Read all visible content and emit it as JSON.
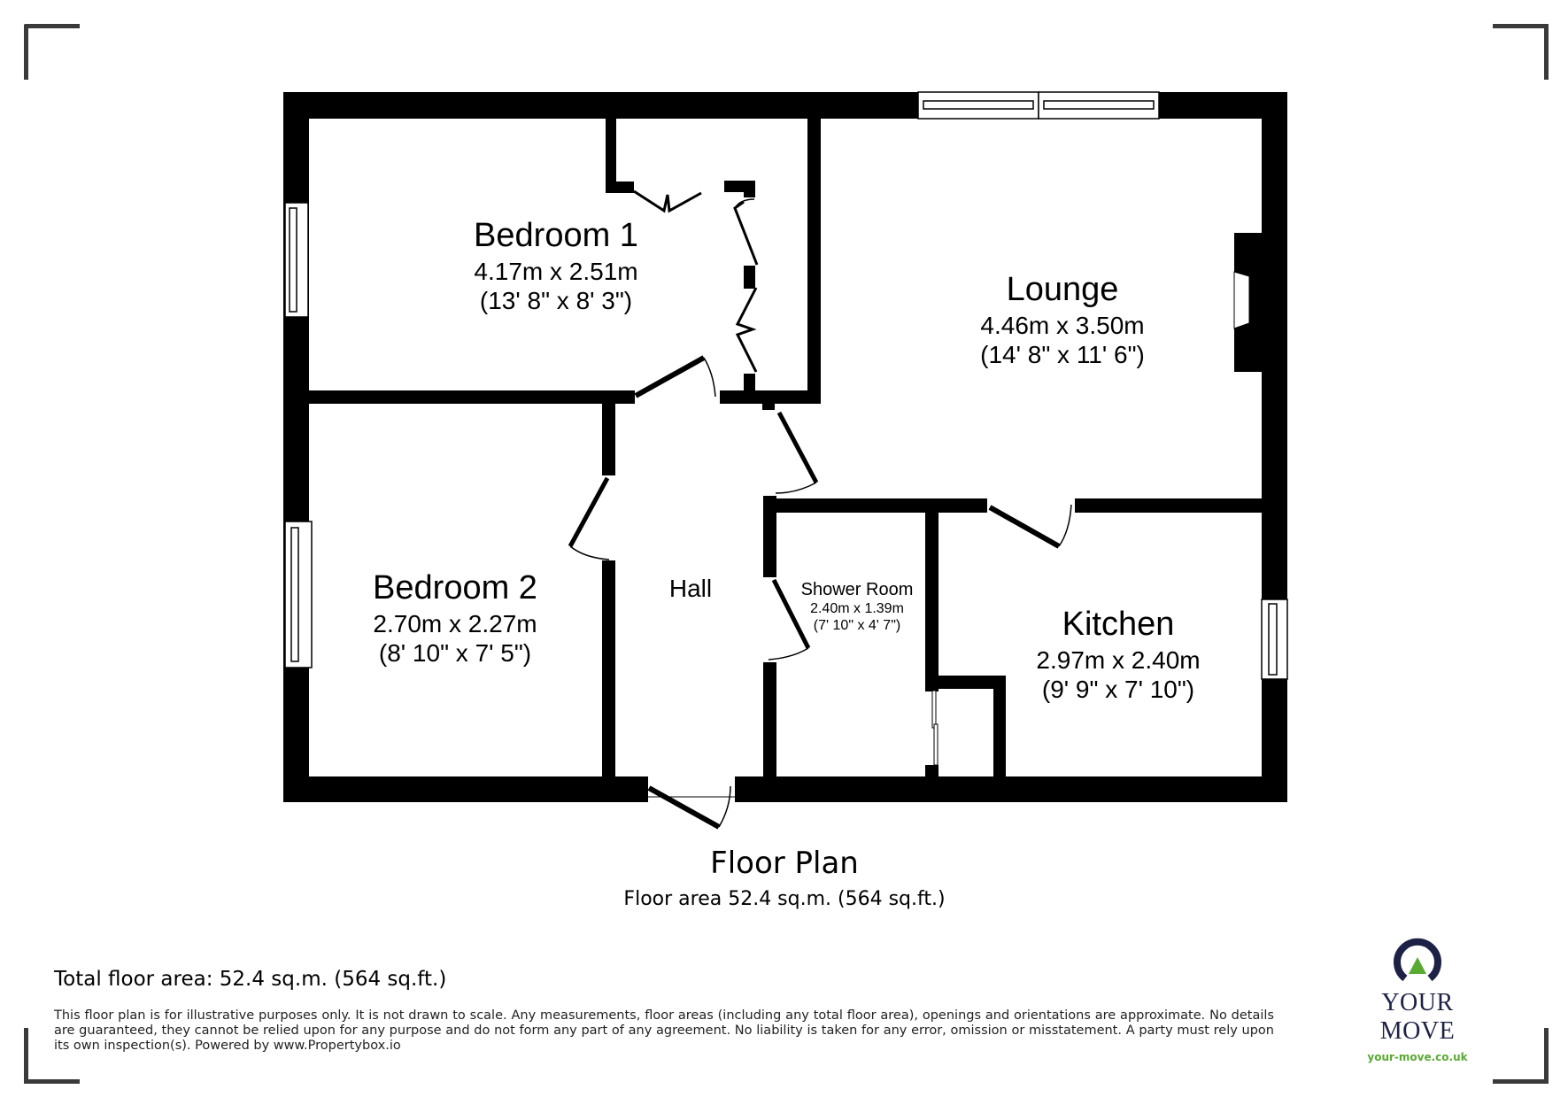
{
  "rooms": {
    "bedroom1": {
      "name": "Bedroom 1",
      "metric": "4.17m x 2.51m",
      "imperial": "(13' 8\" x 8' 3\")"
    },
    "lounge": {
      "name": "Lounge",
      "metric": "4.46m x 3.50m",
      "imperial": "(14' 8\" x 11' 6\")"
    },
    "bedroom2": {
      "name": "Bedroom 2",
      "metric": "2.70m x 2.27m",
      "imperial": "(8' 10\" x 7' 5\")"
    },
    "hall": {
      "name": "Hall"
    },
    "shower": {
      "name": "Shower Room",
      "metric": "2.40m x 1.39m",
      "imperial": "(7' 10\" x 4' 7\")"
    },
    "kitchen": {
      "name": "Kitchen",
      "metric": "2.97m x 2.40m",
      "imperial": "(9' 9\" x 7' 10\")"
    }
  },
  "plan": {
    "title": "Floor Plan",
    "area": "Floor area 52.4 sq.m. (564 sq.ft.)"
  },
  "footer": {
    "total_area": "Total floor area: 52.4 sq.m. (564 sq.ft.)",
    "disclaimer": "This floor plan is for illustrative purposes only. It is not drawn to scale. Any measurements, floor areas (including any total floor area), openings and orientations are approximate. No details are guaranteed, they cannot be relied upon for any purpose and do not form any part of any agreement. No liability is taken for any error, omission or misstatement. A party must rely upon its own inspection(s). Powered by www.Propertybox.io"
  },
  "logo": {
    "brand": "YOUR MOVE",
    "url": "your-move.co.uk",
    "colors": {
      "navy": "#1d2145",
      "green": "#5aaa32"
    }
  },
  "colors": {
    "wall": "#000000",
    "corner_mark": "#3a3a3a",
    "background": "#ffffff"
  }
}
